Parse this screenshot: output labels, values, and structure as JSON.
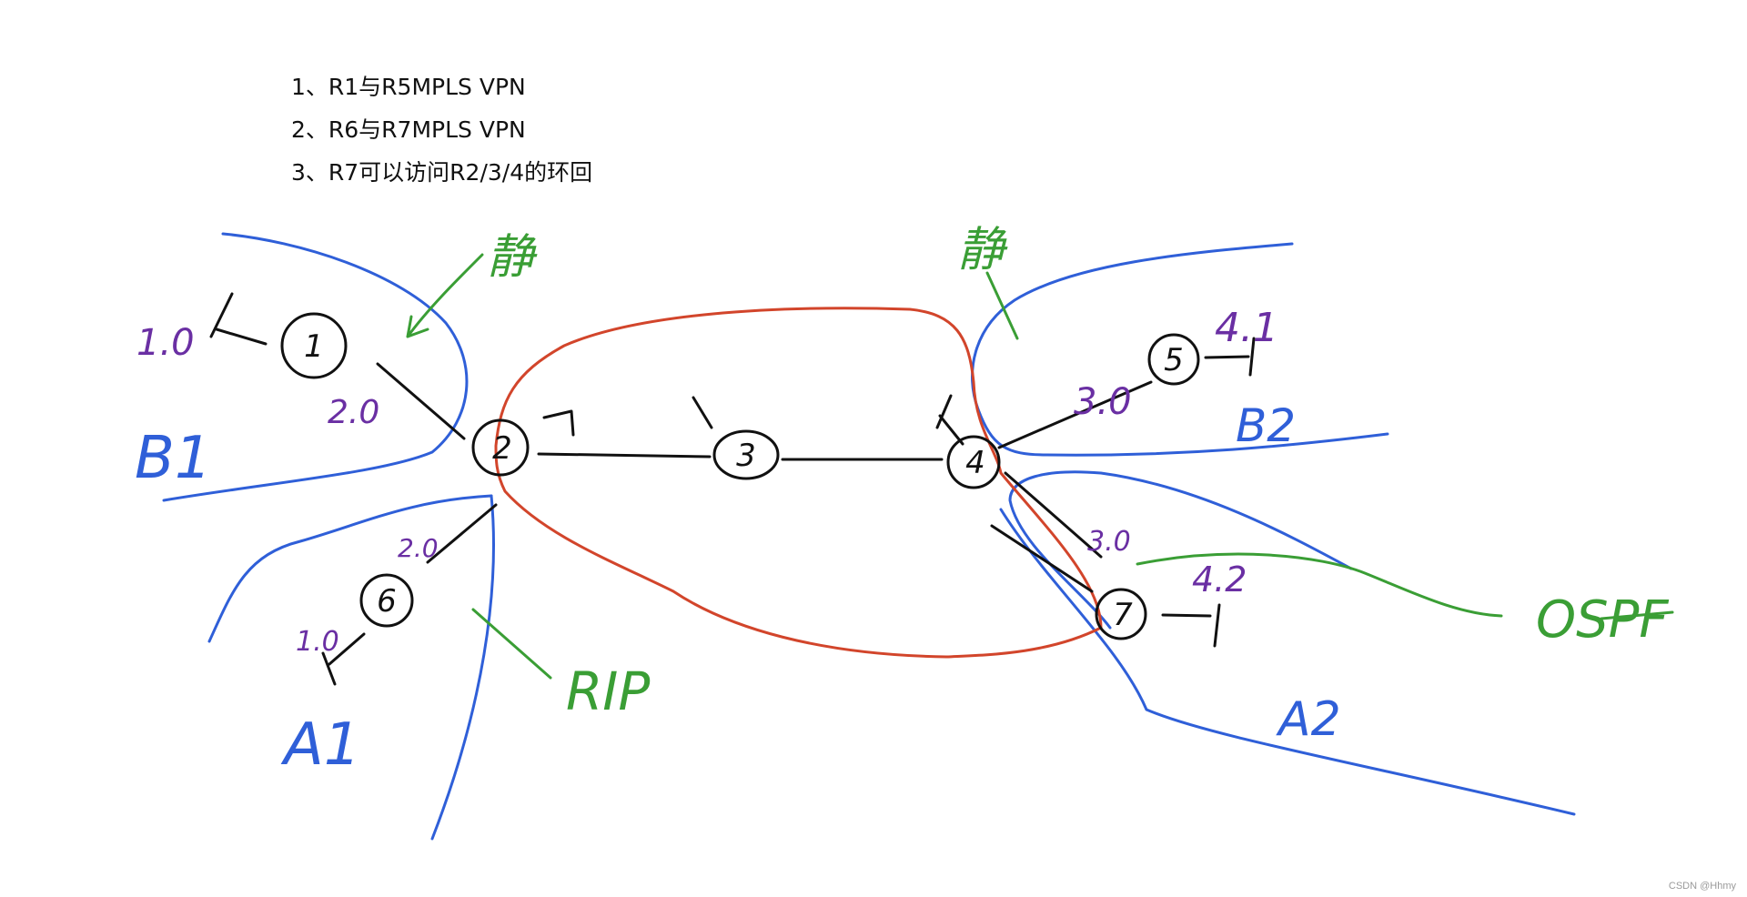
{
  "requirements": [
    "1、R1与R5MPLS VPN",
    "2、R6与R7MPLS VPN",
    "3、R7可以访问R2/3/4的环回"
  ],
  "colors": {
    "ink": "#111111",
    "blue": "#2f5fd8",
    "red": "#d2452b",
    "green": "#3a9e35",
    "purple": "#6a2fa3"
  },
  "routers": [
    "1",
    "2",
    "3",
    "4",
    "5",
    "6",
    "7"
  ],
  "labels": {
    "net_r1_loop": "1.0",
    "net_r1_r2": "2.0",
    "net_r2_r6": "2.0",
    "net_r6_loop": "1.0",
    "net_r4_r5": "3.0",
    "net_r4_r7": "3.0",
    "net_r5_loop": "4.1",
    "net_r7_loop": "4.2",
    "area_b1": "B1",
    "area_a1": "A1",
    "area_b2": "B2",
    "area_a2": "A2",
    "note_static_left": "静",
    "note_static_right": "静",
    "note_rip": "RIP",
    "note_ospf": "OSPF"
  },
  "footer": "CSDN @Hhmy"
}
